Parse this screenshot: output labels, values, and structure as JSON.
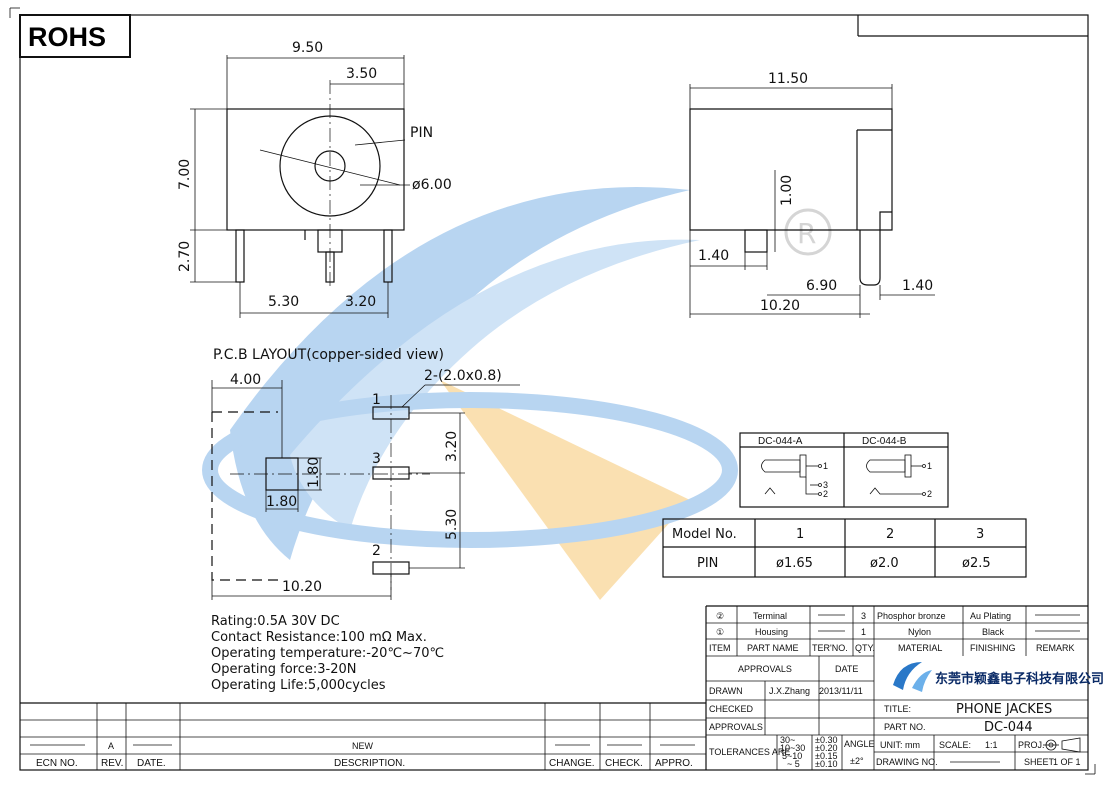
{
  "header": {
    "rohs": "ROHS"
  },
  "front_view": {
    "width": "9.50",
    "offset": "3.50",
    "height": "7.00",
    "pin_length": "2.70",
    "pin_label": "PIN",
    "diameter": "ø6.00",
    "left_span": "5.30",
    "right_span": "3.20"
  },
  "side_view": {
    "width": "11.50",
    "pin_height": "1.00",
    "pin_offset": "1.40",
    "span": "6.90",
    "end_offset": "1.40",
    "total": "10.20"
  },
  "pcb": {
    "title": "P.C.B LAYOUT(copper-sided view)",
    "width": "4.00",
    "pads": "2-(2.0x0.8)",
    "pad_w": "1.80",
    "pad_h": "1.80",
    "gap_upper": "3.20",
    "gap_lower": "5.30",
    "total": "10.20",
    "pin1": "1",
    "pin2": "2",
    "pin3": "3"
  },
  "variants": {
    "a": "DC-044-A",
    "b": "DC-044-B",
    "a_pins": [
      "1",
      "3",
      "2"
    ],
    "b_pins": [
      "1",
      "2"
    ]
  },
  "model_table": {
    "header_label": "Model No.",
    "models": [
      "1",
      "2",
      "3"
    ],
    "row_label": "PIN",
    "pins": [
      "ø1.65",
      "ø2.0",
      "ø2.5"
    ]
  },
  "specs": [
    "Rating:0.5A 30V DC",
    "Contact Resistance:100 mΩ Max.",
    "Operating temperature:-20℃~70℃",
    "Operating force:3-20N",
    "Operating Life:5,000cycles"
  ],
  "parts_list": {
    "row2": {
      "no": "②",
      "name": "Terminal",
      "qty": "3",
      "material": "Phosphor bronze",
      "finishing": "Au Plating"
    },
    "row1": {
      "no": "①",
      "name": "Housing",
      "qty": "1",
      "material": "Nylon",
      "finishing": "Black"
    },
    "headers": {
      "item": "ITEM",
      "part_name": "PART NAME",
      "ter_no": "TER'NO.",
      "qty": "QTY.",
      "material": "MATERIAL",
      "finishing": "FINISHING",
      "remark": "REMARK"
    }
  },
  "title_block": {
    "approvals": "APPROVALS",
    "date": "DATE",
    "company": "东莞市颖鑫电子科技有限公司",
    "drawn": "DRAWN",
    "drawn_by": "J.X.Zhang",
    "drawn_date": "2013/11/11",
    "checked": "CHECKED",
    "approvals2": "APPROVALS",
    "title_label": "TITLE:",
    "title": "PHONE JACKES",
    "part_no_label": "PART NO.",
    "part_no": "DC-044",
    "tolerances": "TOLERANCES ARE",
    "tol_ranges": [
      "30~",
      "10~30",
      "5~10",
      "~ 5"
    ],
    "tol_values": [
      "±0.30",
      "±0.20",
      "±0.15",
      "±0.10"
    ],
    "angle": "ANGLE",
    "angle_tol": "±2°",
    "unit": "UNIT: mm",
    "scale": "SCALE:",
    "scale_value": "1:1",
    "proj": "PROJ.",
    "drawing_no": "DRAWING NO.",
    "sheet": "SHEET",
    "sheet_value": "1  OF  1"
  },
  "revisions": {
    "rev": "A",
    "desc": "NEW",
    "headers": {
      "ecn": "ECN NO.",
      "rev": "REV.",
      "date": "DATE.",
      "desc": "DESCRIPTION.",
      "change": "CHANGE.",
      "check": "CHECK.",
      "appro": "APPRO."
    }
  },
  "colors": {
    "watermark_blue": "#4a90d9",
    "watermark_orange": "#f5b041",
    "ink": "#111111"
  }
}
